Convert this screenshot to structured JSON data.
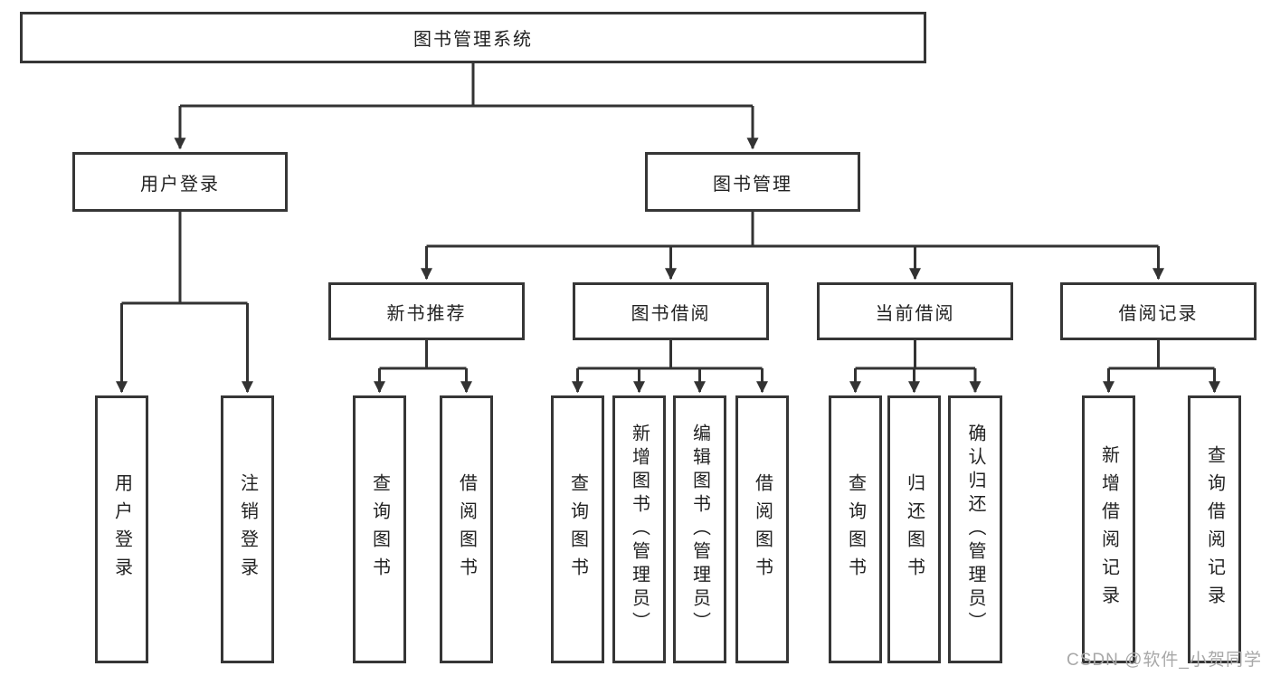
{
  "tree": {
    "label": "图书管理系统",
    "children": [
      {
        "label": "用户登录",
        "children": [
          {
            "label": "用户登录"
          },
          {
            "label": "注销登录"
          }
        ]
      },
      {
        "label": "图书管理",
        "children": [
          {
            "label": "新书推荐",
            "children": [
              {
                "label": "查询图书"
              },
              {
                "label": "借阅图书"
              }
            ]
          },
          {
            "label": "图书借阅",
            "children": [
              {
                "label": "查询图书"
              },
              {
                "label": "新增图书（管理员）"
              },
              {
                "label": "编辑图书（管理员）"
              },
              {
                "label": "借阅图书"
              }
            ]
          },
          {
            "label": "当前借阅",
            "children": [
              {
                "label": "查询图书"
              },
              {
                "label": "归还图书"
              },
              {
                "label": "确认归还（管理员）"
              }
            ]
          },
          {
            "label": "借阅记录",
            "children": [
              {
                "label": "新增借阅记录"
              },
              {
                "label": "查询借阅记录"
              }
            ]
          }
        ]
      }
    ]
  },
  "watermark": "CSDN @软件_小贺同学",
  "colors": {
    "line": "#333333",
    "border": "#363636",
    "ink": "#222222",
    "wm": "#a8a8a8"
  }
}
